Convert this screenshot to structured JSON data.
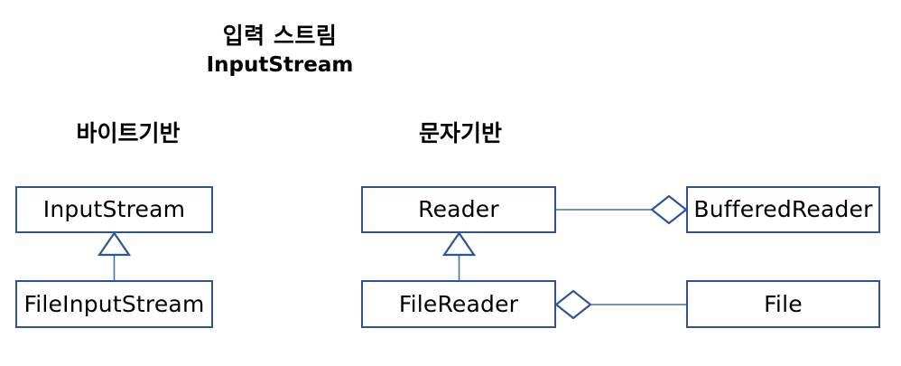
{
  "diagram": {
    "title_ko": "입력 스트림",
    "title_en": "InputStream",
    "sections": [
      {
        "id": "byte-based",
        "label": "바이트기반"
      },
      {
        "id": "char-based",
        "label": "문자기반"
      }
    ],
    "colors": {
      "box_border": "#2F5496",
      "box_fill": "#FFFFFF",
      "connector": "#4472A8",
      "text": "#000000",
      "background": "#FFFFFF"
    },
    "nodes": [
      {
        "id": "inputstream",
        "label": "InputStream",
        "section": "byte-based"
      },
      {
        "id": "fileinputstream",
        "label": "FileInputStream",
        "section": "byte-based"
      },
      {
        "id": "reader",
        "label": "Reader",
        "section": "char-based"
      },
      {
        "id": "filereader",
        "label": "FileReader",
        "section": "char-based"
      },
      {
        "id": "bufferedreader",
        "label": "BufferedReader",
        "section": "char-based"
      },
      {
        "id": "file",
        "label": "File",
        "section": "char-based"
      }
    ],
    "relations": [
      {
        "id": "rel-fileinputstream-inputstream",
        "type": "generalization",
        "from": "fileinputstream",
        "to": "inputstream"
      },
      {
        "id": "rel-filereader-reader",
        "type": "generalization",
        "from": "filereader",
        "to": "reader"
      },
      {
        "id": "rel-reader-bufferedreader",
        "type": "aggregation",
        "from": "bufferedreader",
        "to": "reader"
      },
      {
        "id": "rel-filereader-file",
        "type": "association",
        "from": "filereader",
        "to": "file"
      }
    ]
  }
}
